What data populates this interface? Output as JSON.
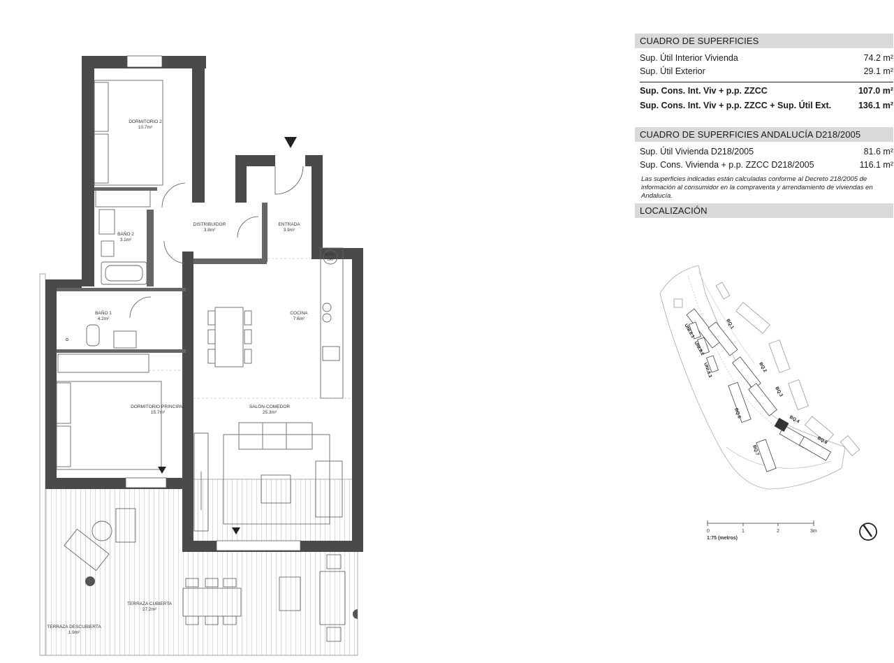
{
  "rooms": [
    {
      "name": "DORMITORIO 2",
      "area": "10.7m²"
    },
    {
      "name": "BAÑO 2",
      "area": "3.1m²"
    },
    {
      "name": "DISTRIBUIDOR",
      "area": "3.8m²"
    },
    {
      "name": "ENTRADA",
      "area": "3.9m²"
    },
    {
      "name": "BAÑO 1",
      "area": "4.2m²"
    },
    {
      "name": "COCINA",
      "area": "7.6m²"
    },
    {
      "name": "DORMITORIO PRINCIPAL",
      "area": "15.7m²"
    },
    {
      "name": "SALÓN-COMEDOR",
      "area": "25.3m²"
    },
    {
      "name": "TERRAZA CUBIERTA",
      "area": "27.2m²"
    },
    {
      "name": "TERRAZA DESCUBIERTA",
      "area": "1.9m²"
    }
  ],
  "fixtures": {
    "termo_line1": "TERMO",
    "termo_line2": "LAV"
  },
  "surfaces": {
    "title": "CUADRO DE SUPERFICIES",
    "rows": [
      {
        "label": "Sup. Útil Interior Vivienda",
        "value": "74.2 m²"
      },
      {
        "label": "Sup. Útil Exterior",
        "value": "29.1 m²"
      }
    ],
    "totals": [
      {
        "label": "Sup. Cons. Int. Viv + p.p. ZZCC",
        "value": "107.0 m²"
      },
      {
        "label": "Sup. Cons. Int. Viv + p.p. ZZCC + Sup. Útil Ext.",
        "value": "136.1 m²"
      }
    ]
  },
  "andalucia": {
    "title": "CUADRO DE SUPERFICIES ANDALUCÍA D218/2005",
    "rows": [
      {
        "label": "Sup. Útil Vivienda D218/2005",
        "value": "81.6 m²"
      },
      {
        "label": "Sup. Cons. Vivienda + p.p. ZZCC D218/2005",
        "value": "116.1 m²"
      }
    ],
    "note": "Las superficies indicadas están calculadas conforme al Decreto 218/2005 de información al consumidor en la compraventa y arrendamiento de viviendas en Andalucía."
  },
  "location": {
    "title": "LOCALIZACIÓN",
    "blocks": [
      "BQ.1",
      "BQ.2",
      "BQ.3",
      "BQ.4",
      "BQ.5",
      "BQ.6",
      "BQ.7",
      "UNI.8.1",
      "UNI.8.2",
      "UNI.8.3"
    ]
  },
  "scale": {
    "ticks": [
      "0",
      "1",
      "2",
      "3m"
    ],
    "label": "1:75 (metros)"
  },
  "icons": {
    "north": "north-arrow-icon",
    "entry": "entry-arrow-icon"
  },
  "colors": {
    "wall": "#4a4a4a",
    "header_bg": "#d9d9d9",
    "selected_block": "#333333"
  }
}
